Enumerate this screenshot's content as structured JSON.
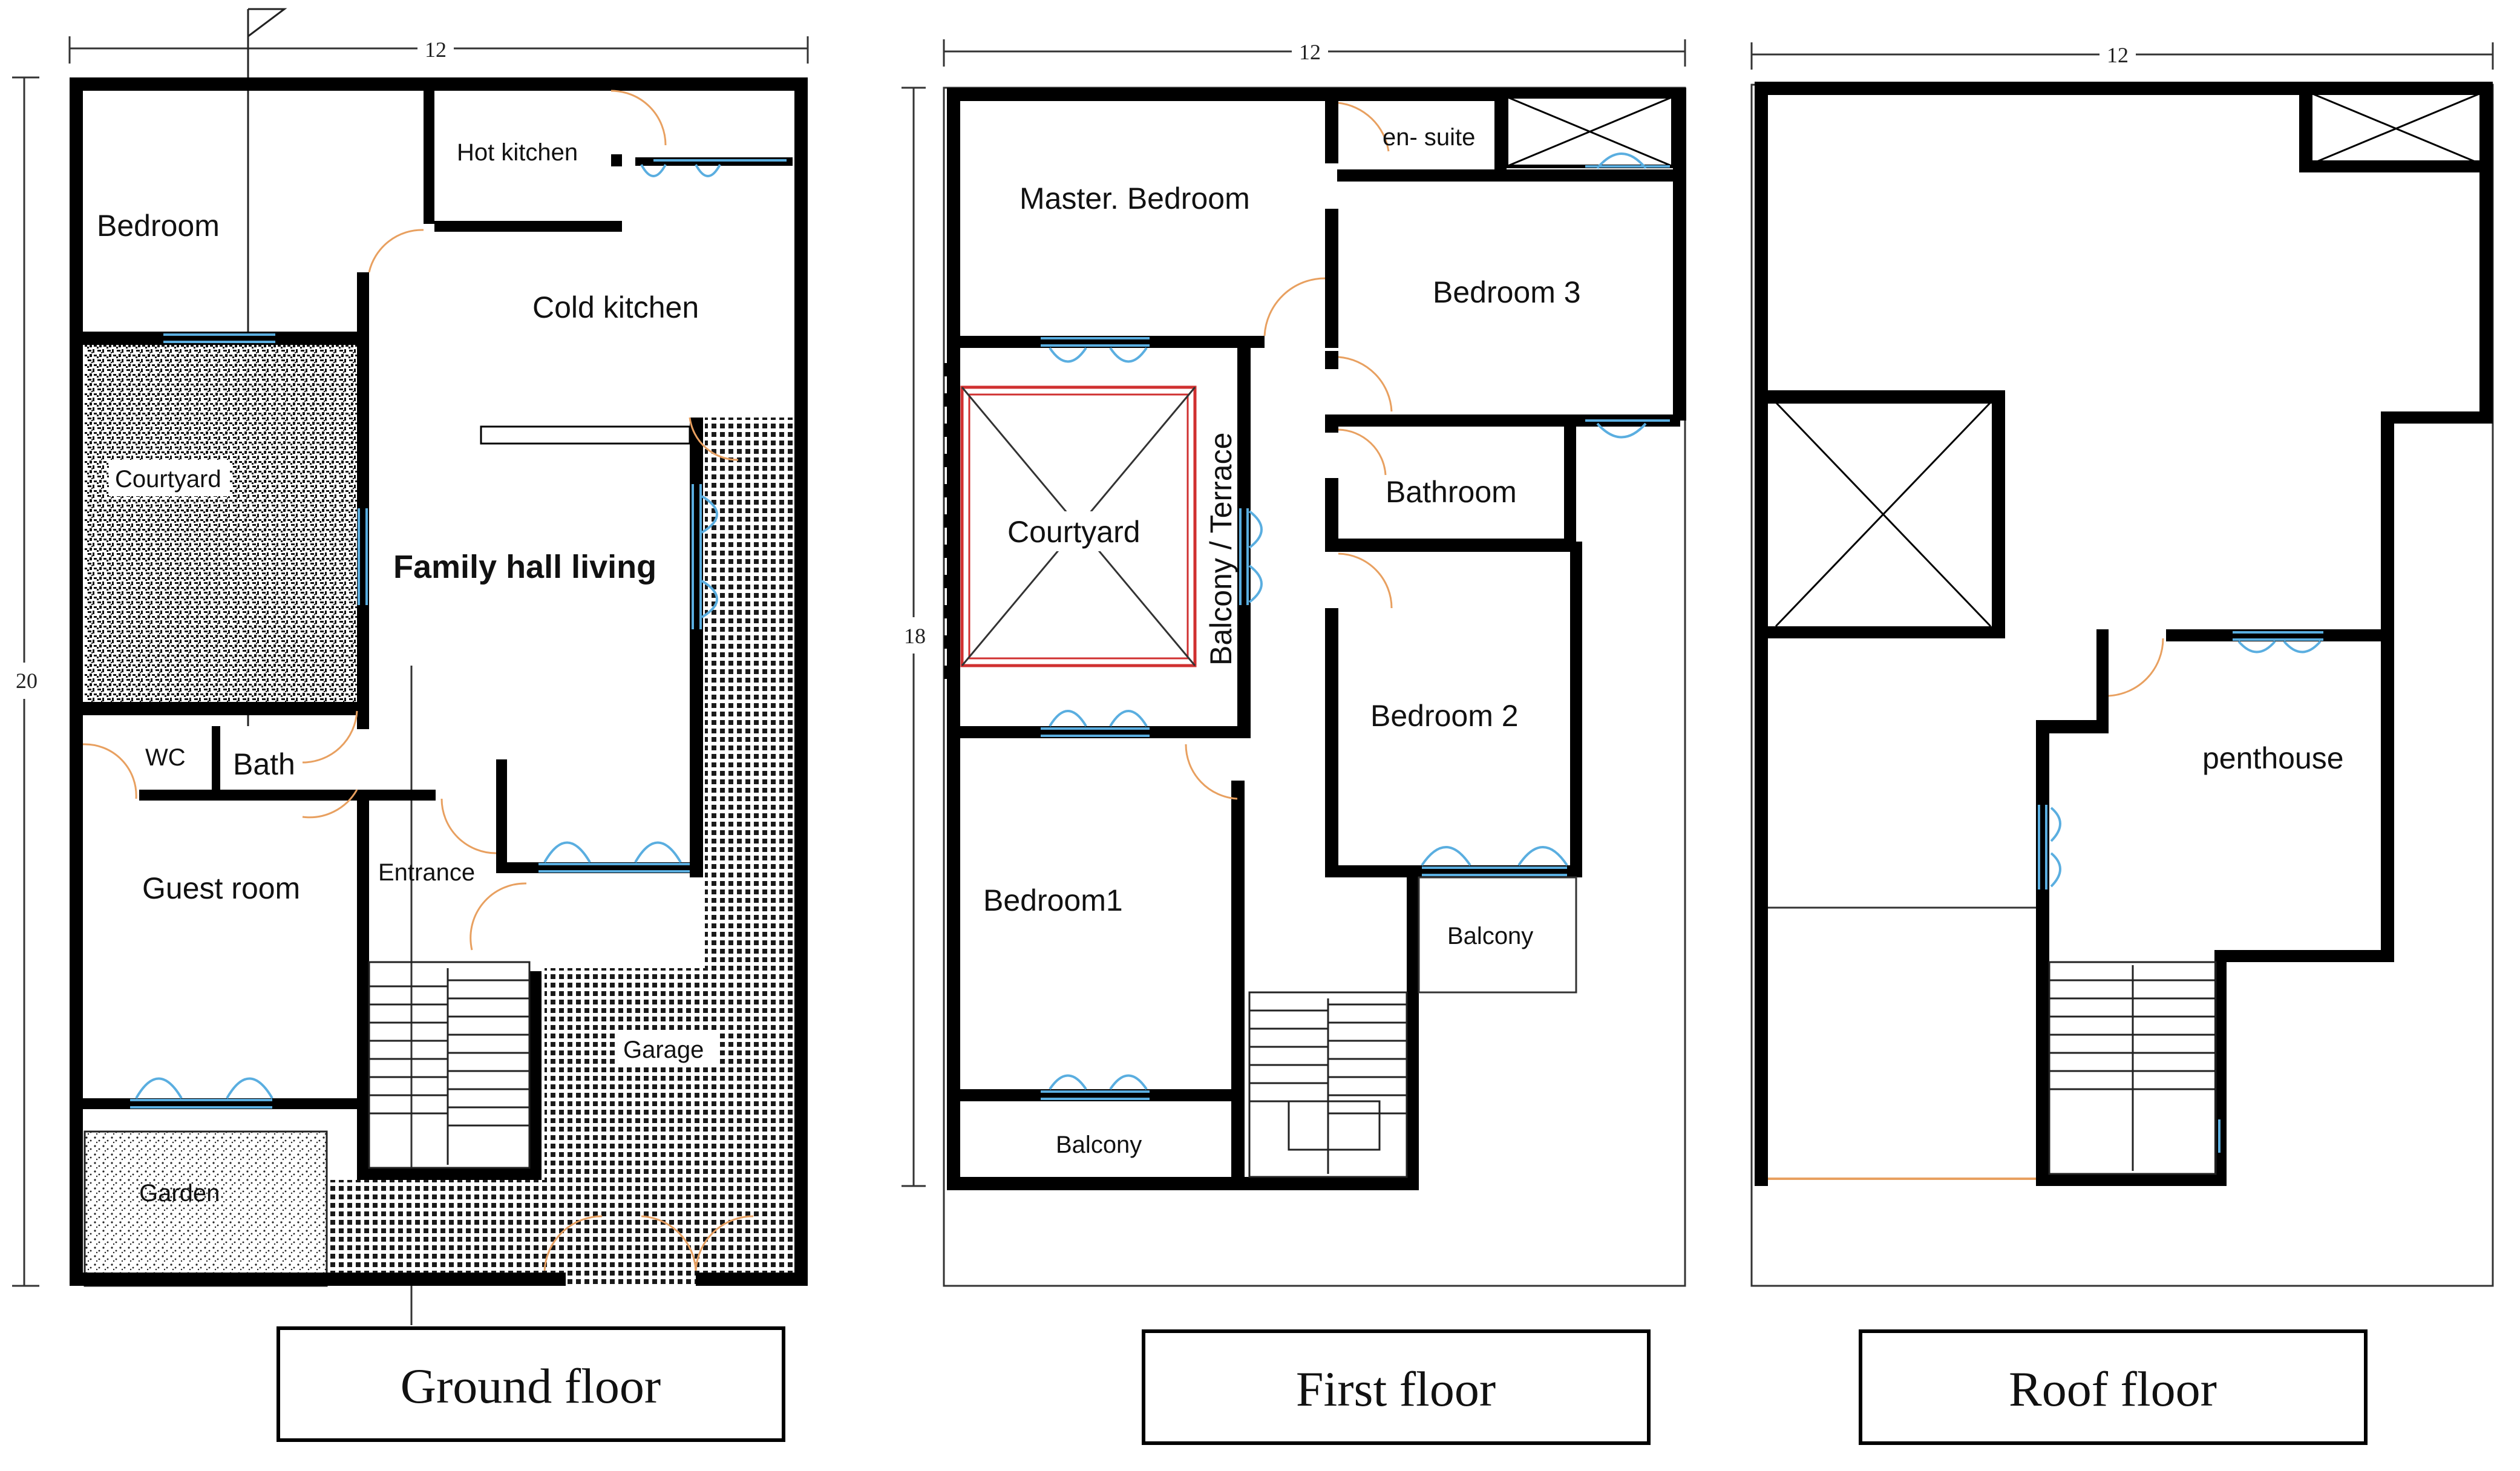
{
  "dimensions": {
    "ground_width": "12",
    "ground_depth": "20",
    "first_width": "12",
    "first_depth": "18",
    "roof_width": "12"
  },
  "ground_floor": {
    "caption": "Ground floor",
    "rooms": {
      "bedroom": "Bedroom",
      "hot_kitchen": "Hot kitchen",
      "cold_kitchen": "Cold kitchen",
      "courtyard": "Courtyard",
      "family_hall": "Family hall living",
      "wc": "WC",
      "bath": "Bath",
      "guest_room": "Guest room",
      "entrance": "Entrance",
      "garage": "Garage",
      "garden": "Garden"
    }
  },
  "first_floor": {
    "caption": "First floor",
    "rooms": {
      "master_bedroom": "Master. Bedroom",
      "en_suite": "en- suite",
      "bedroom3": "Bedroom 3",
      "bathroom": "Bathroom",
      "courtyard": "Courtyard",
      "balcony_terrace": "Balcony / Terrace",
      "bedroom2": "Bedroom 2",
      "bedroom1": "Bedroom1",
      "balcony_right": "Balcony",
      "balcony_bottom": "Balcony"
    }
  },
  "roof_floor": {
    "caption": "Roof floor",
    "rooms": {
      "penthouse": "penthouse"
    }
  },
  "colors": {
    "wall": "#000000",
    "window": "#5aaee0",
    "door_arc": "#e8a060",
    "courtyard_outline": "#d03030"
  }
}
